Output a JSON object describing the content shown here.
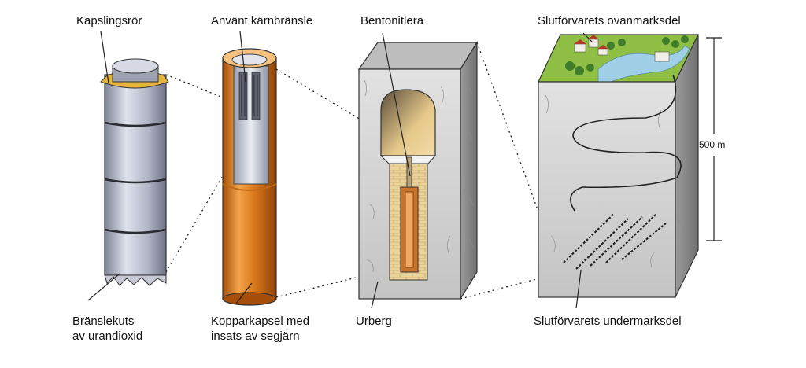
{
  "labels": {
    "fuel_cladding": "Kapslingsrör",
    "fuel_pellet": [
      "Bränslekuts",
      "av urandioxid"
    ],
    "spent_fuel": "Använt kärnbränsle",
    "copper_canister": [
      "Kopparkapsel med",
      "insats av segjärn"
    ],
    "bentonite": "Bentonitlera",
    "bedrock": "Urberg",
    "repository_surface": "Slutförvarets ovanmarksdel",
    "repository_underground": "Slutförvarets undermarksdel"
  },
  "depth_scale": {
    "value": "500 m"
  },
  "colors": {
    "copper": "#d87a1c",
    "fuel_rod": "#b7bccb",
    "bentonite": "#e6c98a",
    "rock": "#cfcfcf",
    "grass": "#8fbf45",
    "water": "#9fd0e8"
  }
}
